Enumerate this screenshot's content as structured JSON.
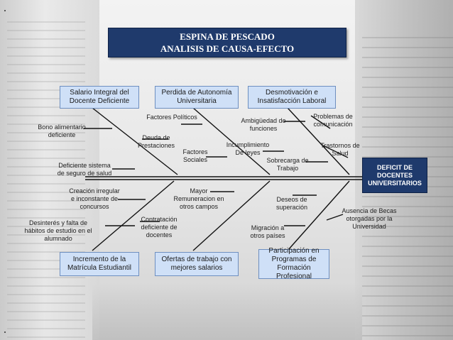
{
  "title": {
    "line1": "ESPINA DE PESCADO",
    "line2": "ANALISIS DE CAUSA-EFECTO"
  },
  "effect": {
    "label": "DEFICIT DE DOCENTES UNIVERSITARIOS"
  },
  "categories": {
    "top_left": "Salario Integral del Docente Deficiente",
    "top_center": "Perdida de Autonomía Universitaria",
    "top_right": "Desmotivación e Insatisfacción Laboral",
    "bottom_left": "Incremento de la Matrícula Estudiantil",
    "bottom_center": "Ofertas de trabajo con mejores salarios",
    "bottom_right": "Participación en Programas de Formación Profesional"
  },
  "causes": {
    "bono": "Bono alimentario deficiente",
    "deficiente_sistema": "Deficiente sistema de seguro de salud",
    "factores_politicos": "Factores Políticos",
    "deuda": "Deuda de Prestaciones",
    "factores_sociales": "Factores Sociales",
    "ambiguedad": "Ambigüedad de funciones",
    "problemas": "Problemas de comunicación",
    "incumplimiento": "Incumplimiento De leyes",
    "sobrecarga": "Sobrecarga de Trabajo",
    "trastornos": "Trastornos de Salud",
    "creacion": "Creación irregular e inconstante de concursos",
    "desinteres": "Desinterés y falta de hábitos de estudio en el alumnado",
    "contratacion": "Contratación deficiente de docentes",
    "mayor_remuneracion": "Mayor Remuneracion en otros campos",
    "deseos": "Deseos de superación",
    "migracion": "Migración a otros países",
    "ausencia": "Ausencia de Becas otorgadas por la Universidad"
  }
}
